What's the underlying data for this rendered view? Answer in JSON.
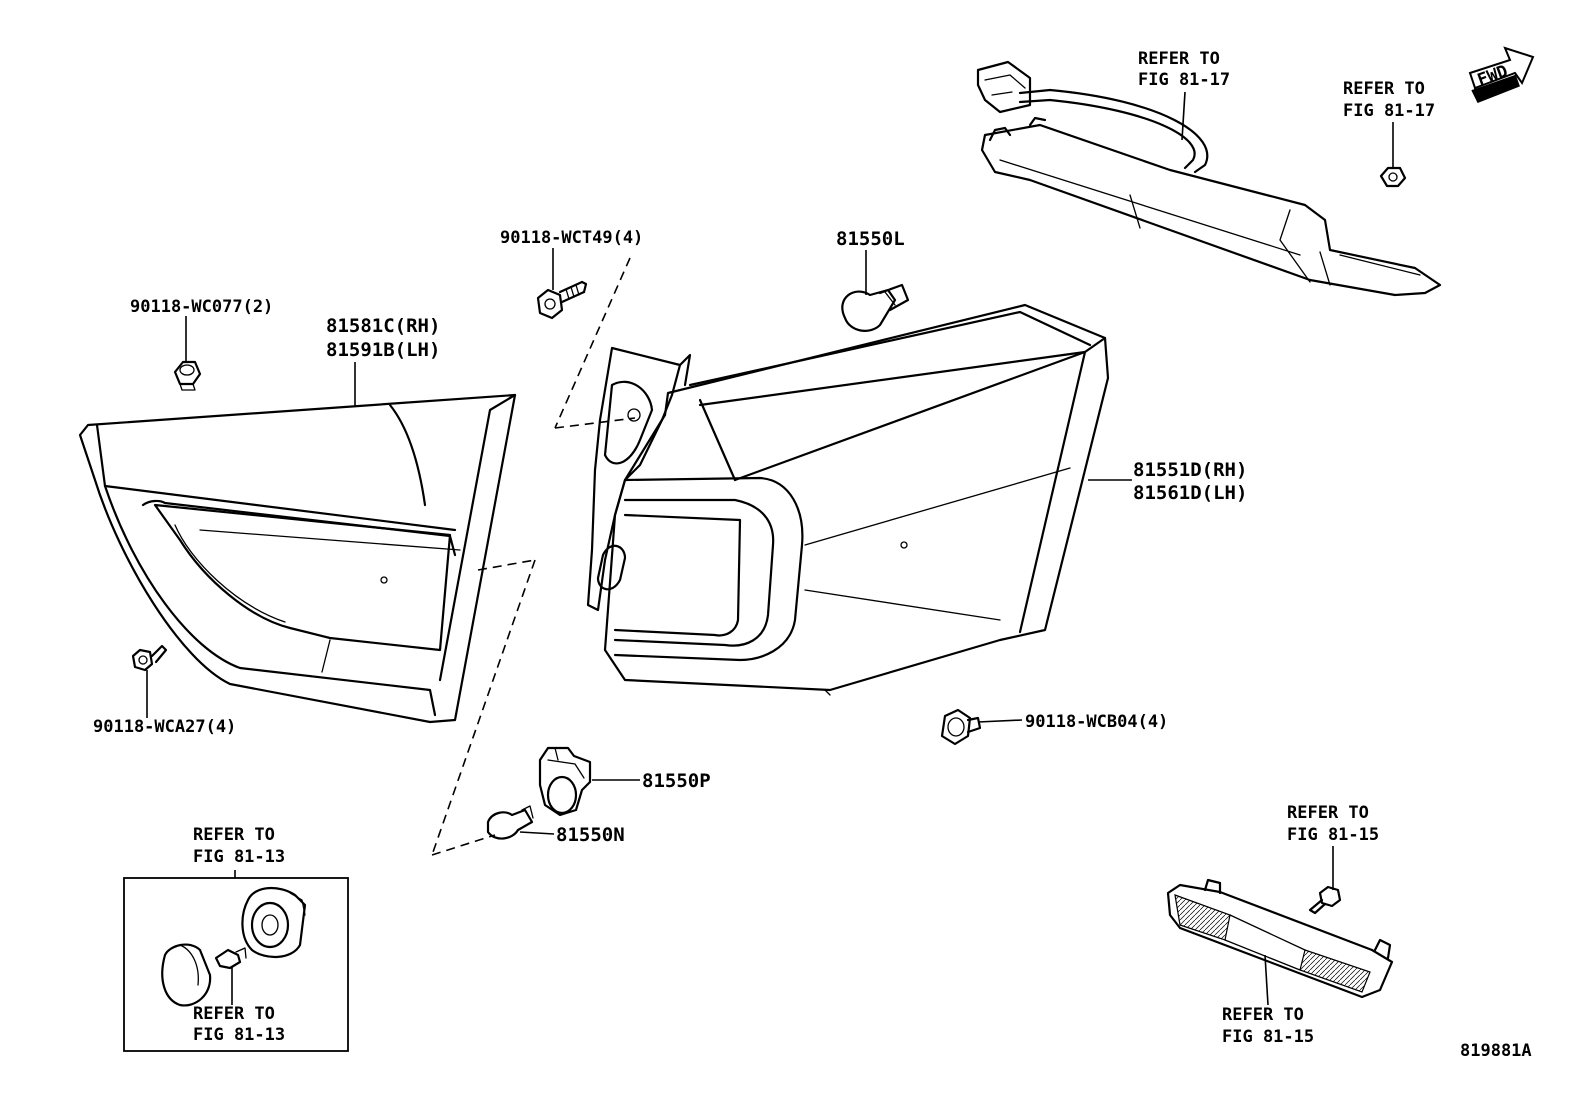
{
  "labels": {
    "refer_fig_81_17_top": [
      "REFER TO",
      "FIG 81-17"
    ],
    "refer_fig_81_17_right": [
      "REFER TO",
      "FIG 81-17"
    ],
    "part_90118_wct49": "90118-WCT49(4)",
    "part_81550l": "81550L",
    "part_90118_wc077": "90118-WC077(2)",
    "part_81581c": [
      "81581C(RH)",
      "81591B(LH)"
    ],
    "part_81551d": [
      "81551D(RH)",
      "81561D(LH)"
    ],
    "part_90118_wca27": "90118-WCA27(4)",
    "part_90118_wcb04": "90118-WCB04(4)",
    "part_81550p": "81550P",
    "part_81550n": "81550N",
    "refer_fig_81_13_top": [
      "REFER TO",
      "FIG 81-13"
    ],
    "refer_fig_81_13_bottom": [
      "REFER TO",
      "FIG 81-13"
    ],
    "refer_fig_81_15_top": [
      "REFER TO",
      "FIG 81-15"
    ],
    "refer_fig_81_15_bottom": [
      "REFER TO",
      "FIG 81-15"
    ],
    "fwd_arrow": "FWD",
    "figure_id": "819881A"
  }
}
